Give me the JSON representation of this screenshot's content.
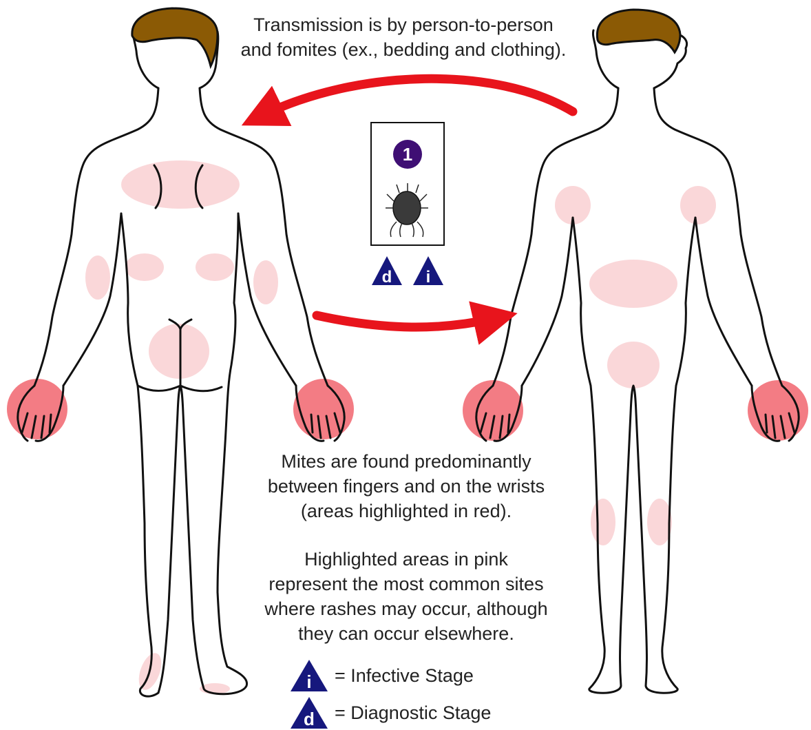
{
  "transmission": {
    "lines": [
      "Transmission is by person-to-person",
      "and fomites (ex., bedding and clothing)."
    ]
  },
  "stage_number": "1",
  "badges": {
    "diagnostic": "d",
    "infective": "i"
  },
  "mites_note": {
    "lines": [
      "Mites are found predominantly",
      "between fingers and on the wrists",
      "(areas highlighted in red)."
    ]
  },
  "rash_note": {
    "lines": [
      "Highlighted areas in pink",
      "represent the most common sites",
      "where rashes may occur, although",
      "they can occur elsewhere."
    ]
  },
  "legend": {
    "infective": {
      "letter": "i",
      "label": "= Infective Stage"
    },
    "diagnostic": {
      "letter": "d",
      "label": "= Diagnostic Stage"
    }
  },
  "colors": {
    "arrow": "#e8141c",
    "badge_triangle": "#16187d",
    "stage_circle": "#3f0f74",
    "hair": "#8b5a05",
    "rash_pink": "#f8c9cc",
    "mite_zone_red": "#ef4a55"
  },
  "icons": [
    "mite-icon",
    "diagnostic-stage-icon",
    "infective-stage-icon",
    "transmission-arrow"
  ]
}
